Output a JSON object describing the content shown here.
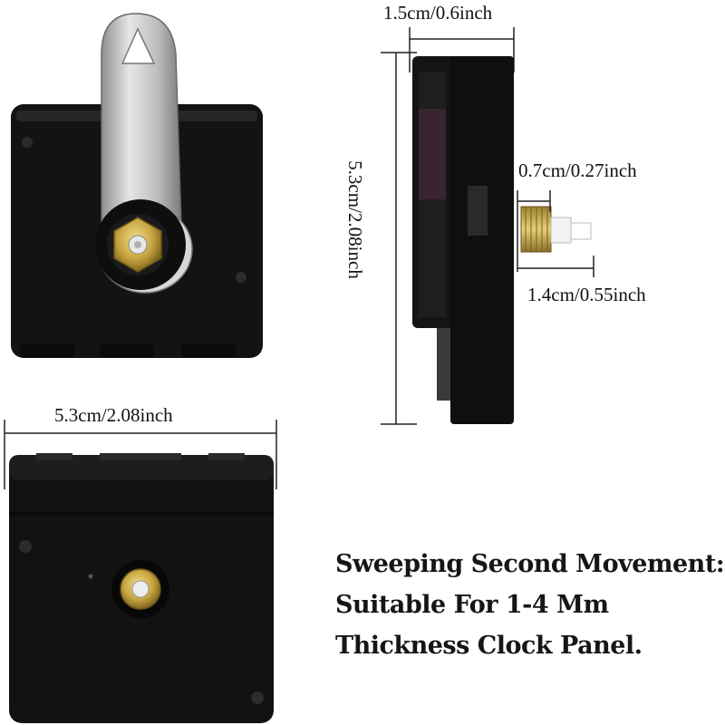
{
  "dimensions": {
    "side_width": "1.5cm/0.6inch",
    "side_height": "5.3cm/2.08inch",
    "shaft_thread": "0.7cm/0.27inch",
    "shaft_total": "1.4cm/0.55inch",
    "back_width": "5.3cm/2.08inch"
  },
  "caption": {
    "line1": "Sweeping Second Movement:",
    "line2": "Suitable For 1-4 Mm",
    "line3": "Thickness Clock Panel."
  },
  "colors": {
    "housing": "#111111",
    "metal_hanger": "#c9c9c9",
    "brass": "#c8a640",
    "background": "#ffffff"
  }
}
